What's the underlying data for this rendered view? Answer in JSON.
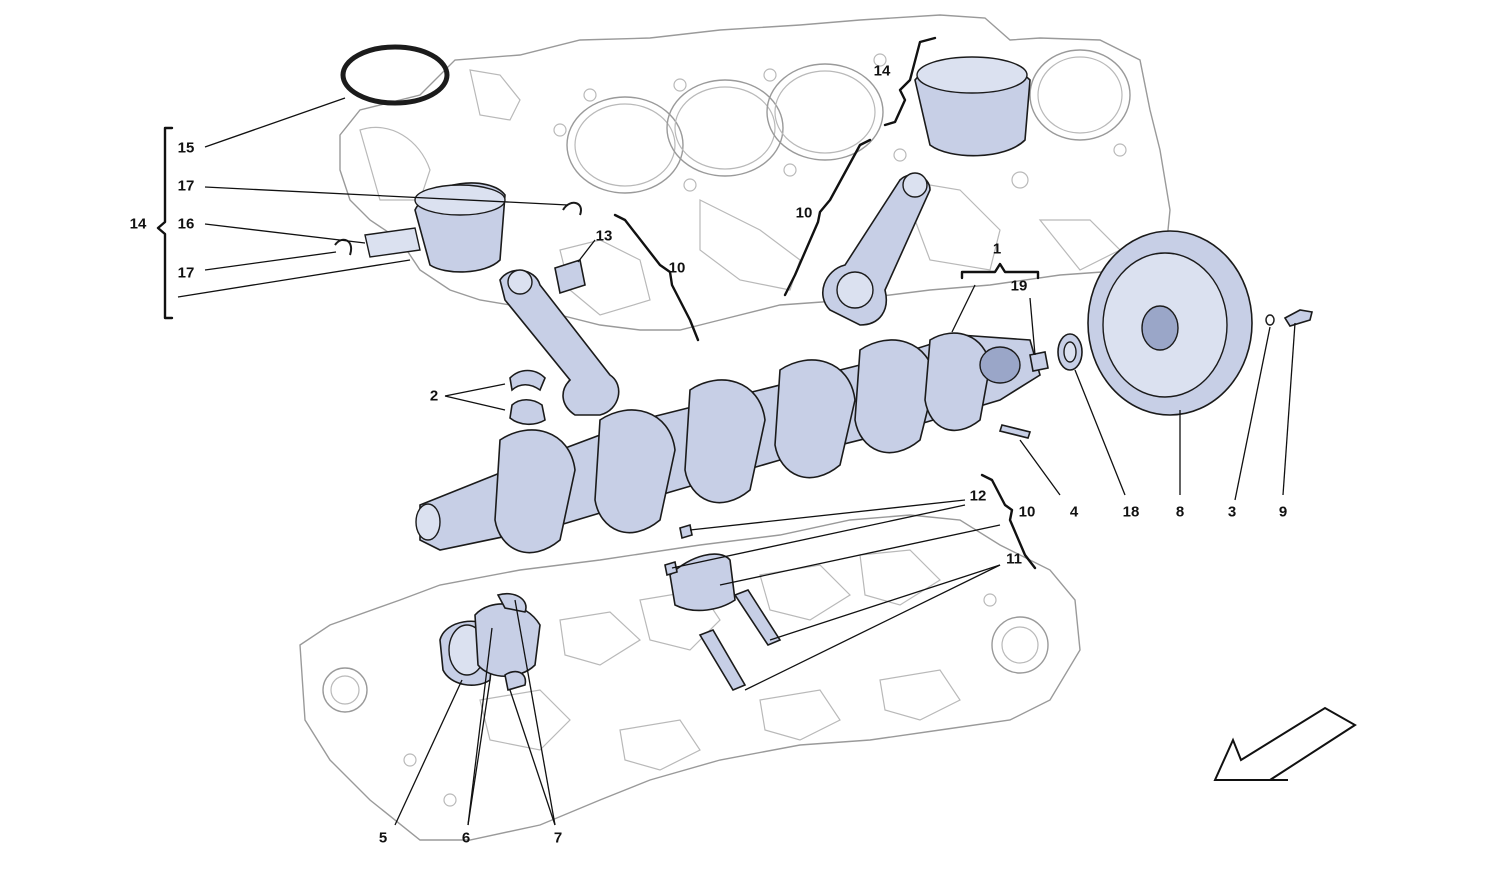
{
  "diagram": {
    "callouts": [
      {
        "id": "c1",
        "label": "1"
      },
      {
        "id": "c2",
        "label": "2"
      },
      {
        "id": "c3",
        "label": "3"
      },
      {
        "id": "c4",
        "label": "4"
      },
      {
        "id": "c5",
        "label": "5"
      },
      {
        "id": "c6",
        "label": "6"
      },
      {
        "id": "c7",
        "label": "7"
      },
      {
        "id": "c8",
        "label": "8"
      },
      {
        "id": "c9",
        "label": "9"
      },
      {
        "id": "c10a",
        "label": "10"
      },
      {
        "id": "c10b",
        "label": "10"
      },
      {
        "id": "c10c",
        "label": "10"
      },
      {
        "id": "c11",
        "label": "11"
      },
      {
        "id": "c12",
        "label": "12"
      },
      {
        "id": "c13",
        "label": "13"
      },
      {
        "id": "c14a",
        "label": "14"
      },
      {
        "id": "c14b",
        "label": "14"
      },
      {
        "id": "c15",
        "label": "15"
      },
      {
        "id": "c16",
        "label": "16"
      },
      {
        "id": "c17a",
        "label": "17"
      },
      {
        "id": "c17b",
        "label": "17"
      },
      {
        "id": "c18",
        "label": "18"
      },
      {
        "id": "c19",
        "label": "19"
      }
    ],
    "colors": {
      "part_fill": "#c7cfe6",
      "part_stroke": "#1b1b1b",
      "block_outline": "#b9b9b9",
      "label": "#111111",
      "background": "#ffffff"
    },
    "icons": {
      "direction_arrow": "arrow-down-left-outline-icon"
    }
  }
}
